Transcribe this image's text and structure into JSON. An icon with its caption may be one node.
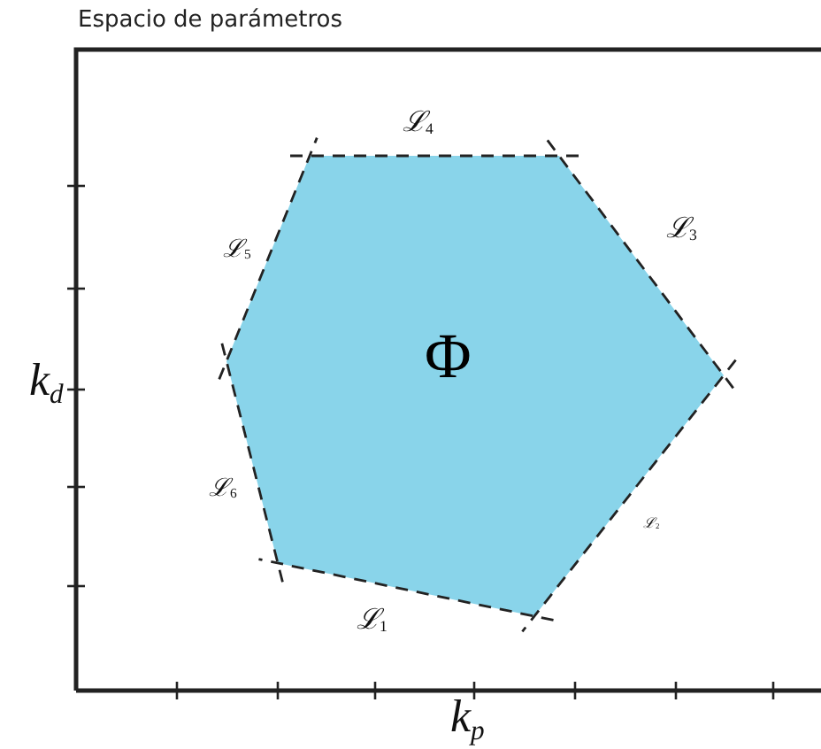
{
  "diagram": {
    "title": "Espacio de parámetros",
    "nodes": [
      {
        "text": [
          "Φ"
        ]
      }
    ],
    "labels": [
      "ℒ$_{4}$",
      "ℒ$_{5}$",
      "ℒ$_{3}$",
      "k$_{d}$",
      "ℒ$_{6}$",
      "ℒ$_{2}$",
      "ℒ$_{1}$",
      "k$_{p}$"
    ]
  }
}
